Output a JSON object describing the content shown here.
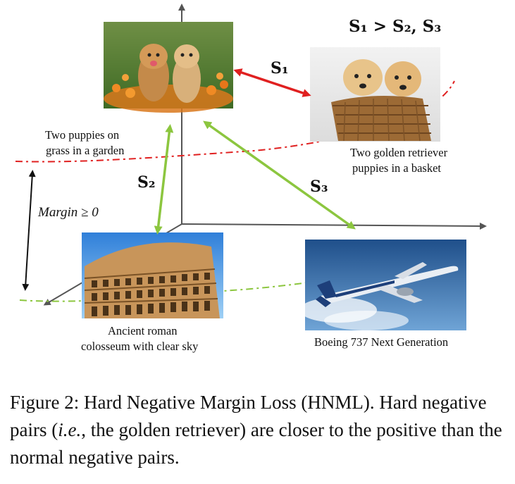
{
  "diagram": {
    "top_formula": "S₁ > S₂, S₃",
    "labels": {
      "s1": "S₁",
      "s2": "S₂",
      "s3": "S₃",
      "margin": "Margin ≥ 0"
    },
    "images": [
      {
        "id": "puppies-grass",
        "caption_lines": [
          "Two puppies on",
          "grass in a garden"
        ]
      },
      {
        "id": "puppies-basket",
        "caption_lines": [
          "Two golden retriever",
          "puppies in a basket"
        ]
      },
      {
        "id": "colosseum",
        "caption_lines": [
          "Ancient roman",
          "colosseum with clear sky"
        ]
      },
      {
        "id": "boeing",
        "caption_lines": [
          "Boeing 737 Next Generation"
        ]
      }
    ],
    "colors": {
      "hard_negative": "#e02020",
      "normal_negative": "#8cc63f",
      "axis": "#555555"
    }
  },
  "caption": {
    "prefix": "Figure 2: Hard Negative Margin Loss (HNML). Hard negative pairs (",
    "ie": "i.e.",
    "suffix": ", the golden retriever) are closer to the positive than the normal negative pairs."
  }
}
